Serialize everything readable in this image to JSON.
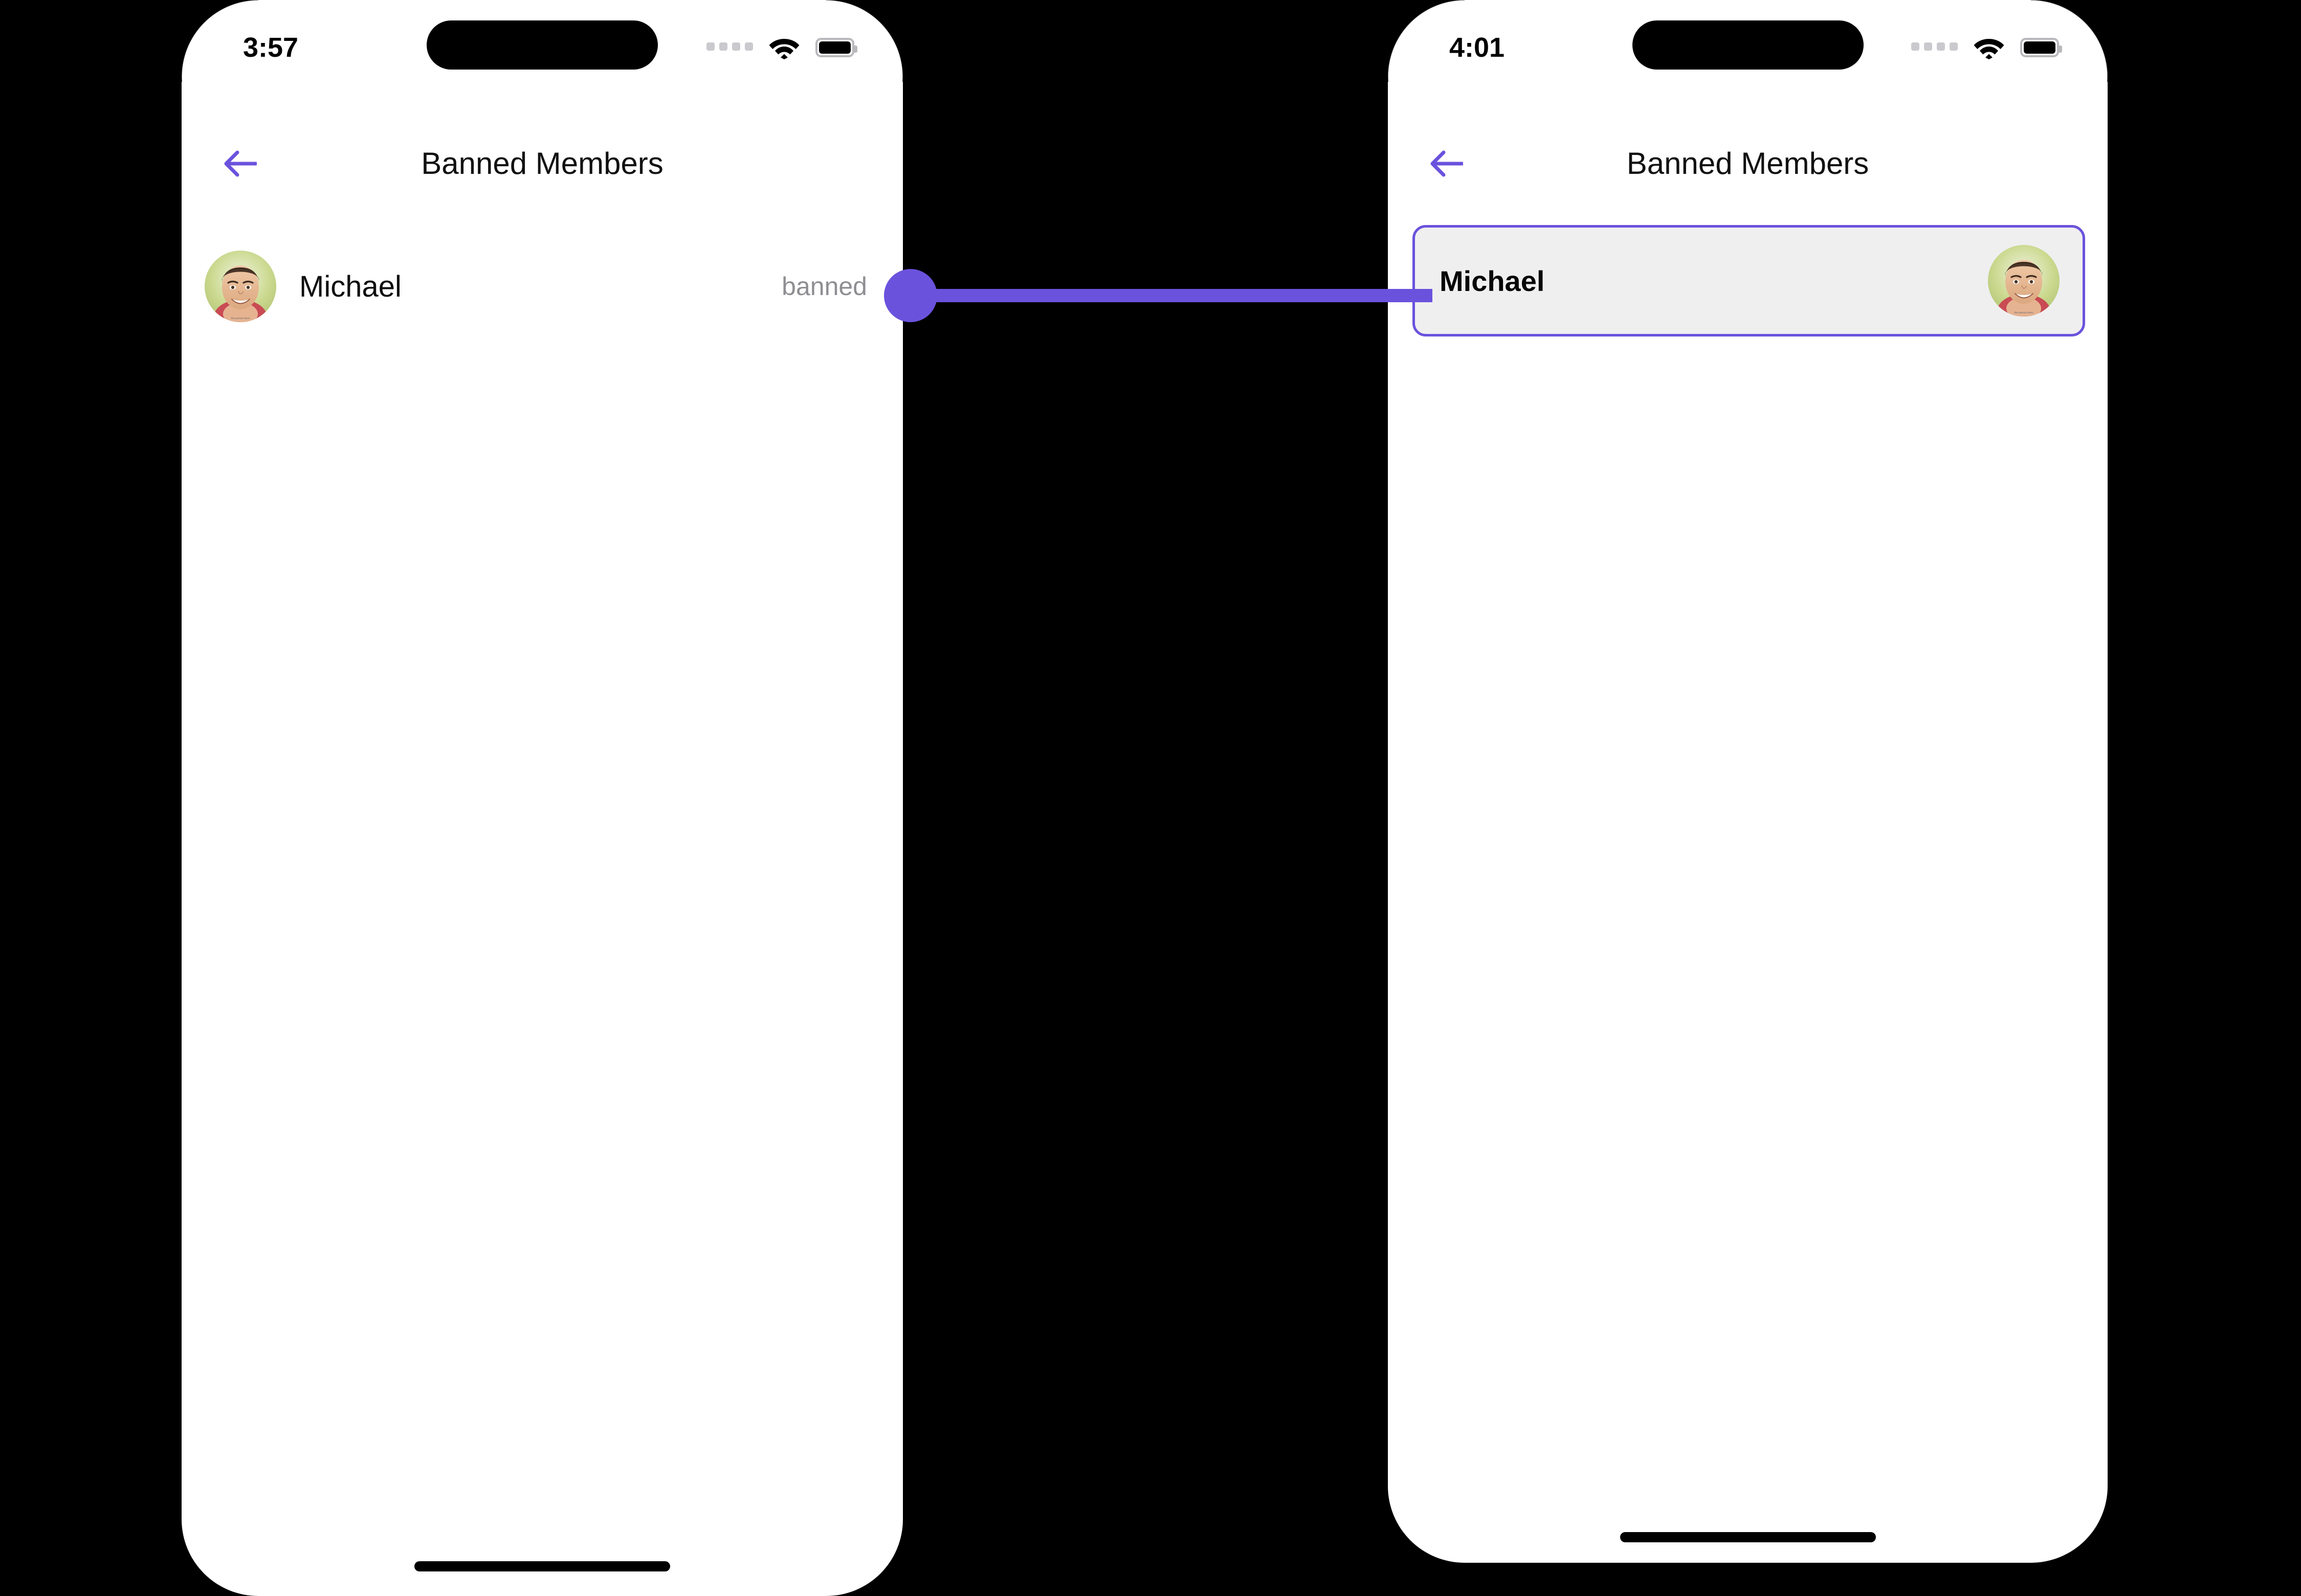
{
  "theme": {
    "accent_purple": "#6b52dd",
    "background": "#000000",
    "screen_background": "#ffffff",
    "highlight_row_background": "#efeff0",
    "muted_text": "#8e8e93",
    "primary_text": "#0d0d0d"
  },
  "screens": [
    {
      "id": "before",
      "status_bar": {
        "time": "3:57",
        "signal_icon": "signal-dots-icon",
        "wifi_icon": "wifi-icon",
        "battery_icon": "battery-icon"
      },
      "nav": {
        "back_icon": "back-arrow-icon",
        "title": "Banned Members"
      },
      "list": [
        {
          "avatar_icon": "user-avatar-michael",
          "name": "Michael",
          "status": "banned"
        }
      ]
    },
    {
      "id": "after",
      "status_bar": {
        "time": "4:01",
        "signal_icon": "signal-dots-icon",
        "wifi_icon": "wifi-icon",
        "battery_icon": "battery-icon"
      },
      "nav": {
        "back_icon": "back-arrow-icon",
        "title": "Banned Members"
      },
      "list": [
        {
          "avatar_icon": "user-avatar-michael",
          "name": "Michael",
          "selected": true
        }
      ]
    }
  ],
  "connector": {
    "icon": "action-arrow-icon",
    "from": "banned-status-label",
    "to": "highlighted-member-row",
    "color": "#6b52dd"
  }
}
